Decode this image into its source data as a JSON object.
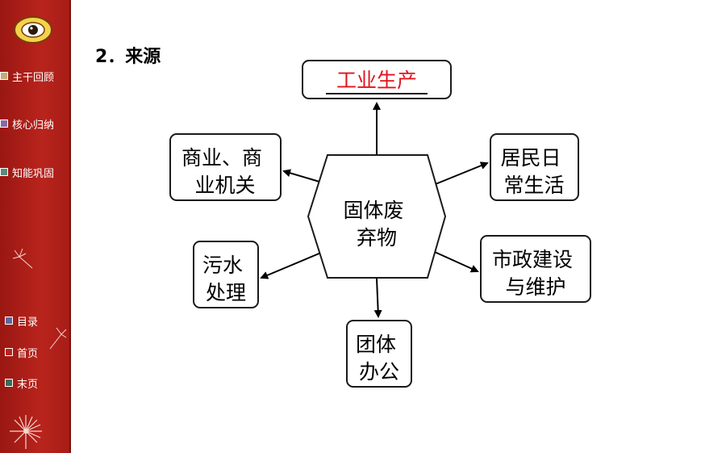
{
  "sidebar": {
    "logo_icon": "school-emblem-icon",
    "top_items": [
      {
        "label": "主干回顾",
        "color": "#c8a878"
      },
      {
        "label": "核心归纳",
        "color": "#8a6aa0"
      },
      {
        "label": "知能巩固",
        "color": "#5a8a7a"
      }
    ],
    "bottom_items": [
      {
        "label": "目录",
        "color": "#5a6aa0"
      },
      {
        "label": "首页",
        "color": "#b8241c"
      },
      {
        "label": "末页",
        "color": "#3a6a5a"
      }
    ],
    "accent_color": "#b8241c"
  },
  "main": {
    "section_title": "2．来源",
    "diagram": {
      "center": [
        "固体废",
        "弃物"
      ],
      "nodes": [
        {
          "id": "industry",
          "lines": [
            "工业生产"
          ],
          "highlight": true,
          "text_color": "#e0141e"
        },
        {
          "id": "commerce",
          "lines": [
            "商业、商",
            "业机关"
          ]
        },
        {
          "id": "residents",
          "lines": [
            "居民日",
            "常生活"
          ]
        },
        {
          "id": "sewage",
          "lines": [
            "污水",
            "处理"
          ]
        },
        {
          "id": "municipal",
          "lines": [
            "市政建设",
            "与维护"
          ]
        },
        {
          "id": "office",
          "lines": [
            "团体",
            "办公"
          ]
        }
      ]
    }
  }
}
